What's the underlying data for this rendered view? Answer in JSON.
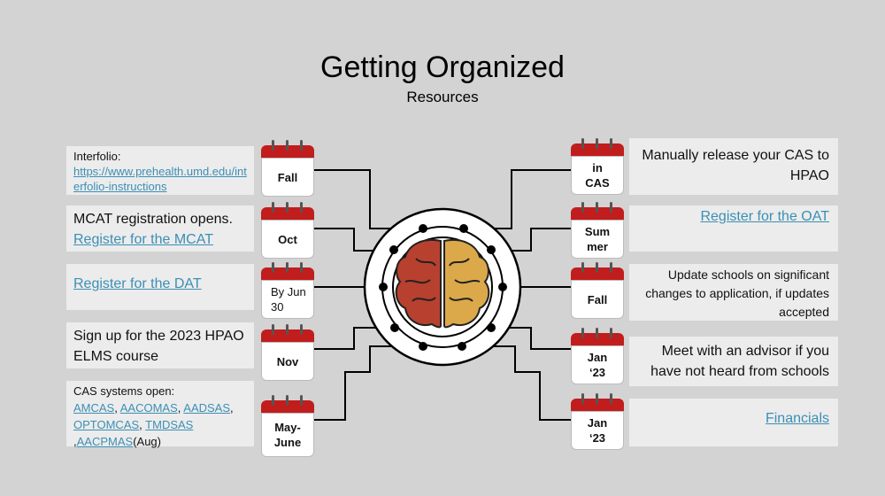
{
  "title": "Getting Organized",
  "subtitle": "Resources",
  "left": [
    {
      "cal": "Fall",
      "pre": "Interfolio:",
      "link": "https://www.prehealth.umd.edu/interfolio-instructions"
    },
    {
      "cal": "Oct",
      "pre": "MCAT registration opens.",
      "link": "Register for the MCAT"
    },
    {
      "cal": "By Jun 30",
      "link": "Register for the DAT"
    },
    {
      "cal": "Nov",
      "text": "Sign up for the 2023 HPAO ELMS course"
    },
    {
      "cal": "May-June",
      "pre": "CAS systems open:",
      "links": [
        "AMCAS",
        "AACOMAS",
        "AADSAS",
        "OPTOMCAS",
        "TMDSAS",
        "AACPMAS"
      ],
      "suffix": "(Aug)"
    }
  ],
  "right": [
    {
      "cal": "in CAS",
      "text": "Manually release your CAS to HPAO"
    },
    {
      "cal": "Summer",
      "link": "Register for the OAT"
    },
    {
      "cal": "Fall",
      "text": "Update schools on significant changes to application, if updates accepted"
    },
    {
      "cal": "Jan ‘23",
      "text": "Meet with an advisor if you have not heard from schools"
    },
    {
      "cal": "Jan ‘23",
      "link": "Financials"
    }
  ],
  "colors": {
    "background": "#d3d3d3",
    "box": "#ececec",
    "calendar_red": "#c11d1d",
    "link": "#3b8fb5",
    "brain_left": "#b8402f",
    "brain_right": "#dca94a"
  },
  "icons": [
    "calendar-icon",
    "brain-icon"
  ]
}
